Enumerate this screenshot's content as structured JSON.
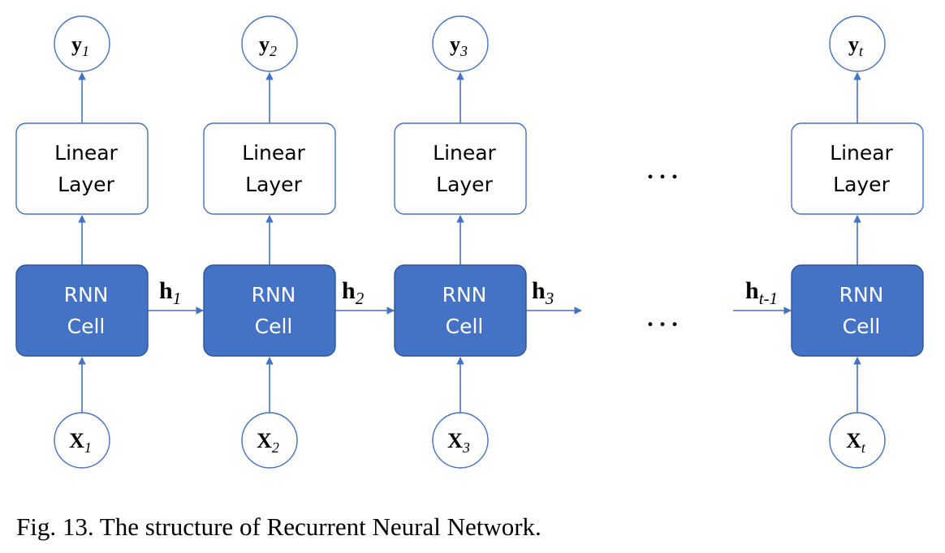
{
  "colors": {
    "accent": "#4472c4",
    "cell_border": "#2f5597",
    "edge": "#4472c4",
    "text": "#000000"
  },
  "diagram": {
    "units": [
      {
        "output": {
          "base": "y",
          "sub": "1"
        },
        "linear_label": [
          "Linear",
          "Layer"
        ],
        "rnn_label": [
          "RNN",
          "Cell"
        ],
        "input": {
          "base": "X",
          "sub": "1"
        },
        "hidden": {
          "base": "h",
          "sub": "1"
        }
      },
      {
        "output": {
          "base": "y",
          "sub": "2"
        },
        "linear_label": [
          "Linear",
          "Layer"
        ],
        "rnn_label": [
          "RNN",
          "Cell"
        ],
        "input": {
          "base": "X",
          "sub": "2"
        },
        "hidden": {
          "base": "h",
          "sub": "2"
        }
      },
      {
        "output": {
          "base": "y",
          "sub": "3"
        },
        "linear_label": [
          "Linear",
          "Layer"
        ],
        "rnn_label": [
          "RNN",
          "Cell"
        ],
        "input": {
          "base": "X",
          "sub": "3"
        },
        "hidden": {
          "base": "h",
          "sub": "3"
        }
      },
      {
        "output": {
          "base": "y",
          "sub": "t"
        },
        "linear_label": [
          "Linear",
          "Layer"
        ],
        "rnn_label": [
          "RNN",
          "Cell"
        ],
        "input": {
          "base": "X",
          "sub": "t"
        },
        "incoming_hidden": {
          "base": "h",
          "sub": "t-1"
        }
      }
    ],
    "ellipsis": ". . ."
  },
  "caption": "Fig. 13.  The structure of Recurrent Neural Network."
}
